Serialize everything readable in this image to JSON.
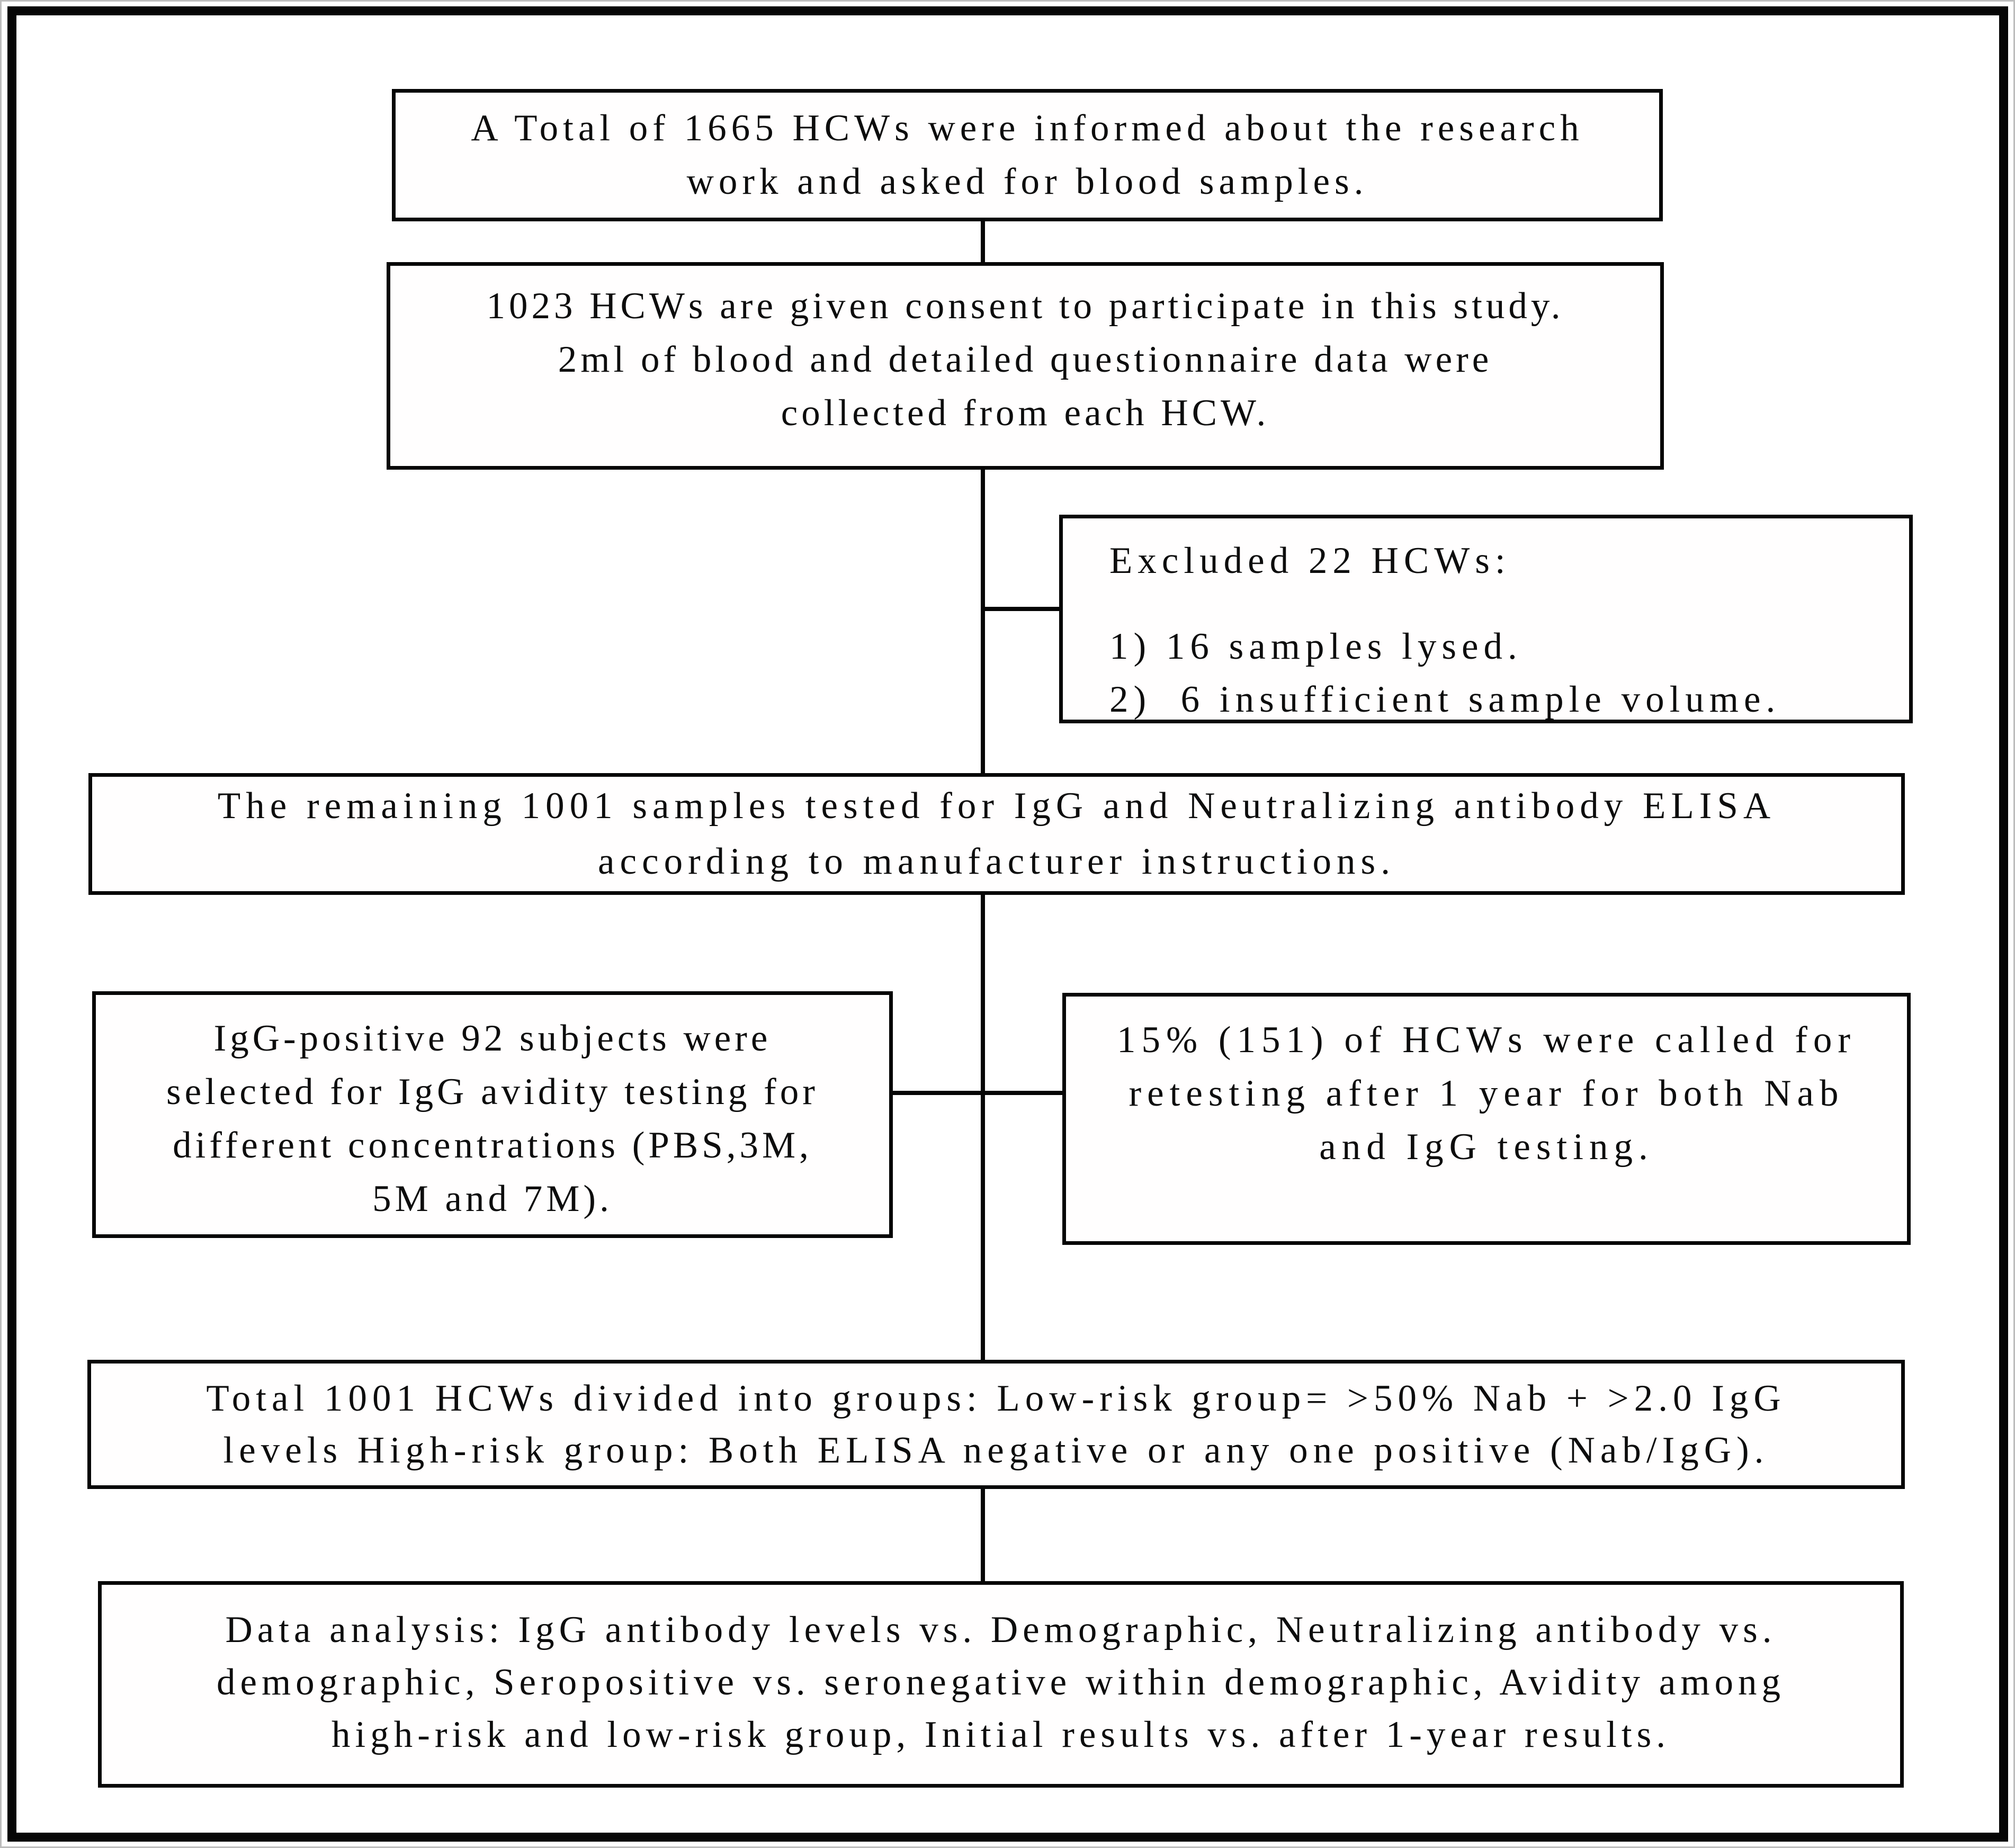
{
  "diagram": {
    "type": "flowchart",
    "background_color": "#ffffff",
    "line_color": "#060606",
    "boxes": {
      "informed": {
        "lines": {
          "0": "A Total of 1665 HCWs were informed about the research",
          "1": "work and asked for blood samples."
        }
      },
      "consent": {
        "lines": {
          "0": "1023 HCWs are given consent to participate in this study.",
          "1": "2ml of blood and detailed questionnaire data were",
          "2": "collected from each HCW."
        }
      },
      "excluded": {
        "heading": "Excluded 22 HCWs:",
        "items": {
          "0": "1) 16 samples lysed.",
          "1": "2)  6 insufficient sample volume."
        }
      },
      "remaining": {
        "lines": {
          "0": "The remaining 1001 samples tested for IgG and Neutralizing antibody ELISA",
          "1": "according to manufacturer instructions."
        }
      },
      "avidity": {
        "lines": {
          "0": "IgG-positive 92 subjects were",
          "1": "selected for IgG avidity testing for",
          "2": "different concentrations (PBS,3M,",
          "3": "5M and 7M)."
        }
      },
      "retesting": {
        "lines": {
          "0": "15% (151) of HCWs were called for",
          "1": "retesting after 1 year for both Nab",
          "2": "and IgG testing."
        }
      },
      "groups": {
        "lines": {
          "0": "Total 1001 HCWs divided into groups: Low-risk group= >50% Nab + >2.0 IgG",
          "1": "levels High-risk group: Both ELISA negative or any one positive (Nab/IgG)."
        }
      },
      "analysis": {
        "lines": {
          "0": "Data analysis: IgG antibody levels vs. Demographic, Neutralizing antibody vs.",
          "1": "demographic, Seropositive vs. seronegative within demographic, Avidity among",
          "2": "high-risk and low-risk group, Initial results vs. after 1-year results."
        }
      }
    }
  }
}
